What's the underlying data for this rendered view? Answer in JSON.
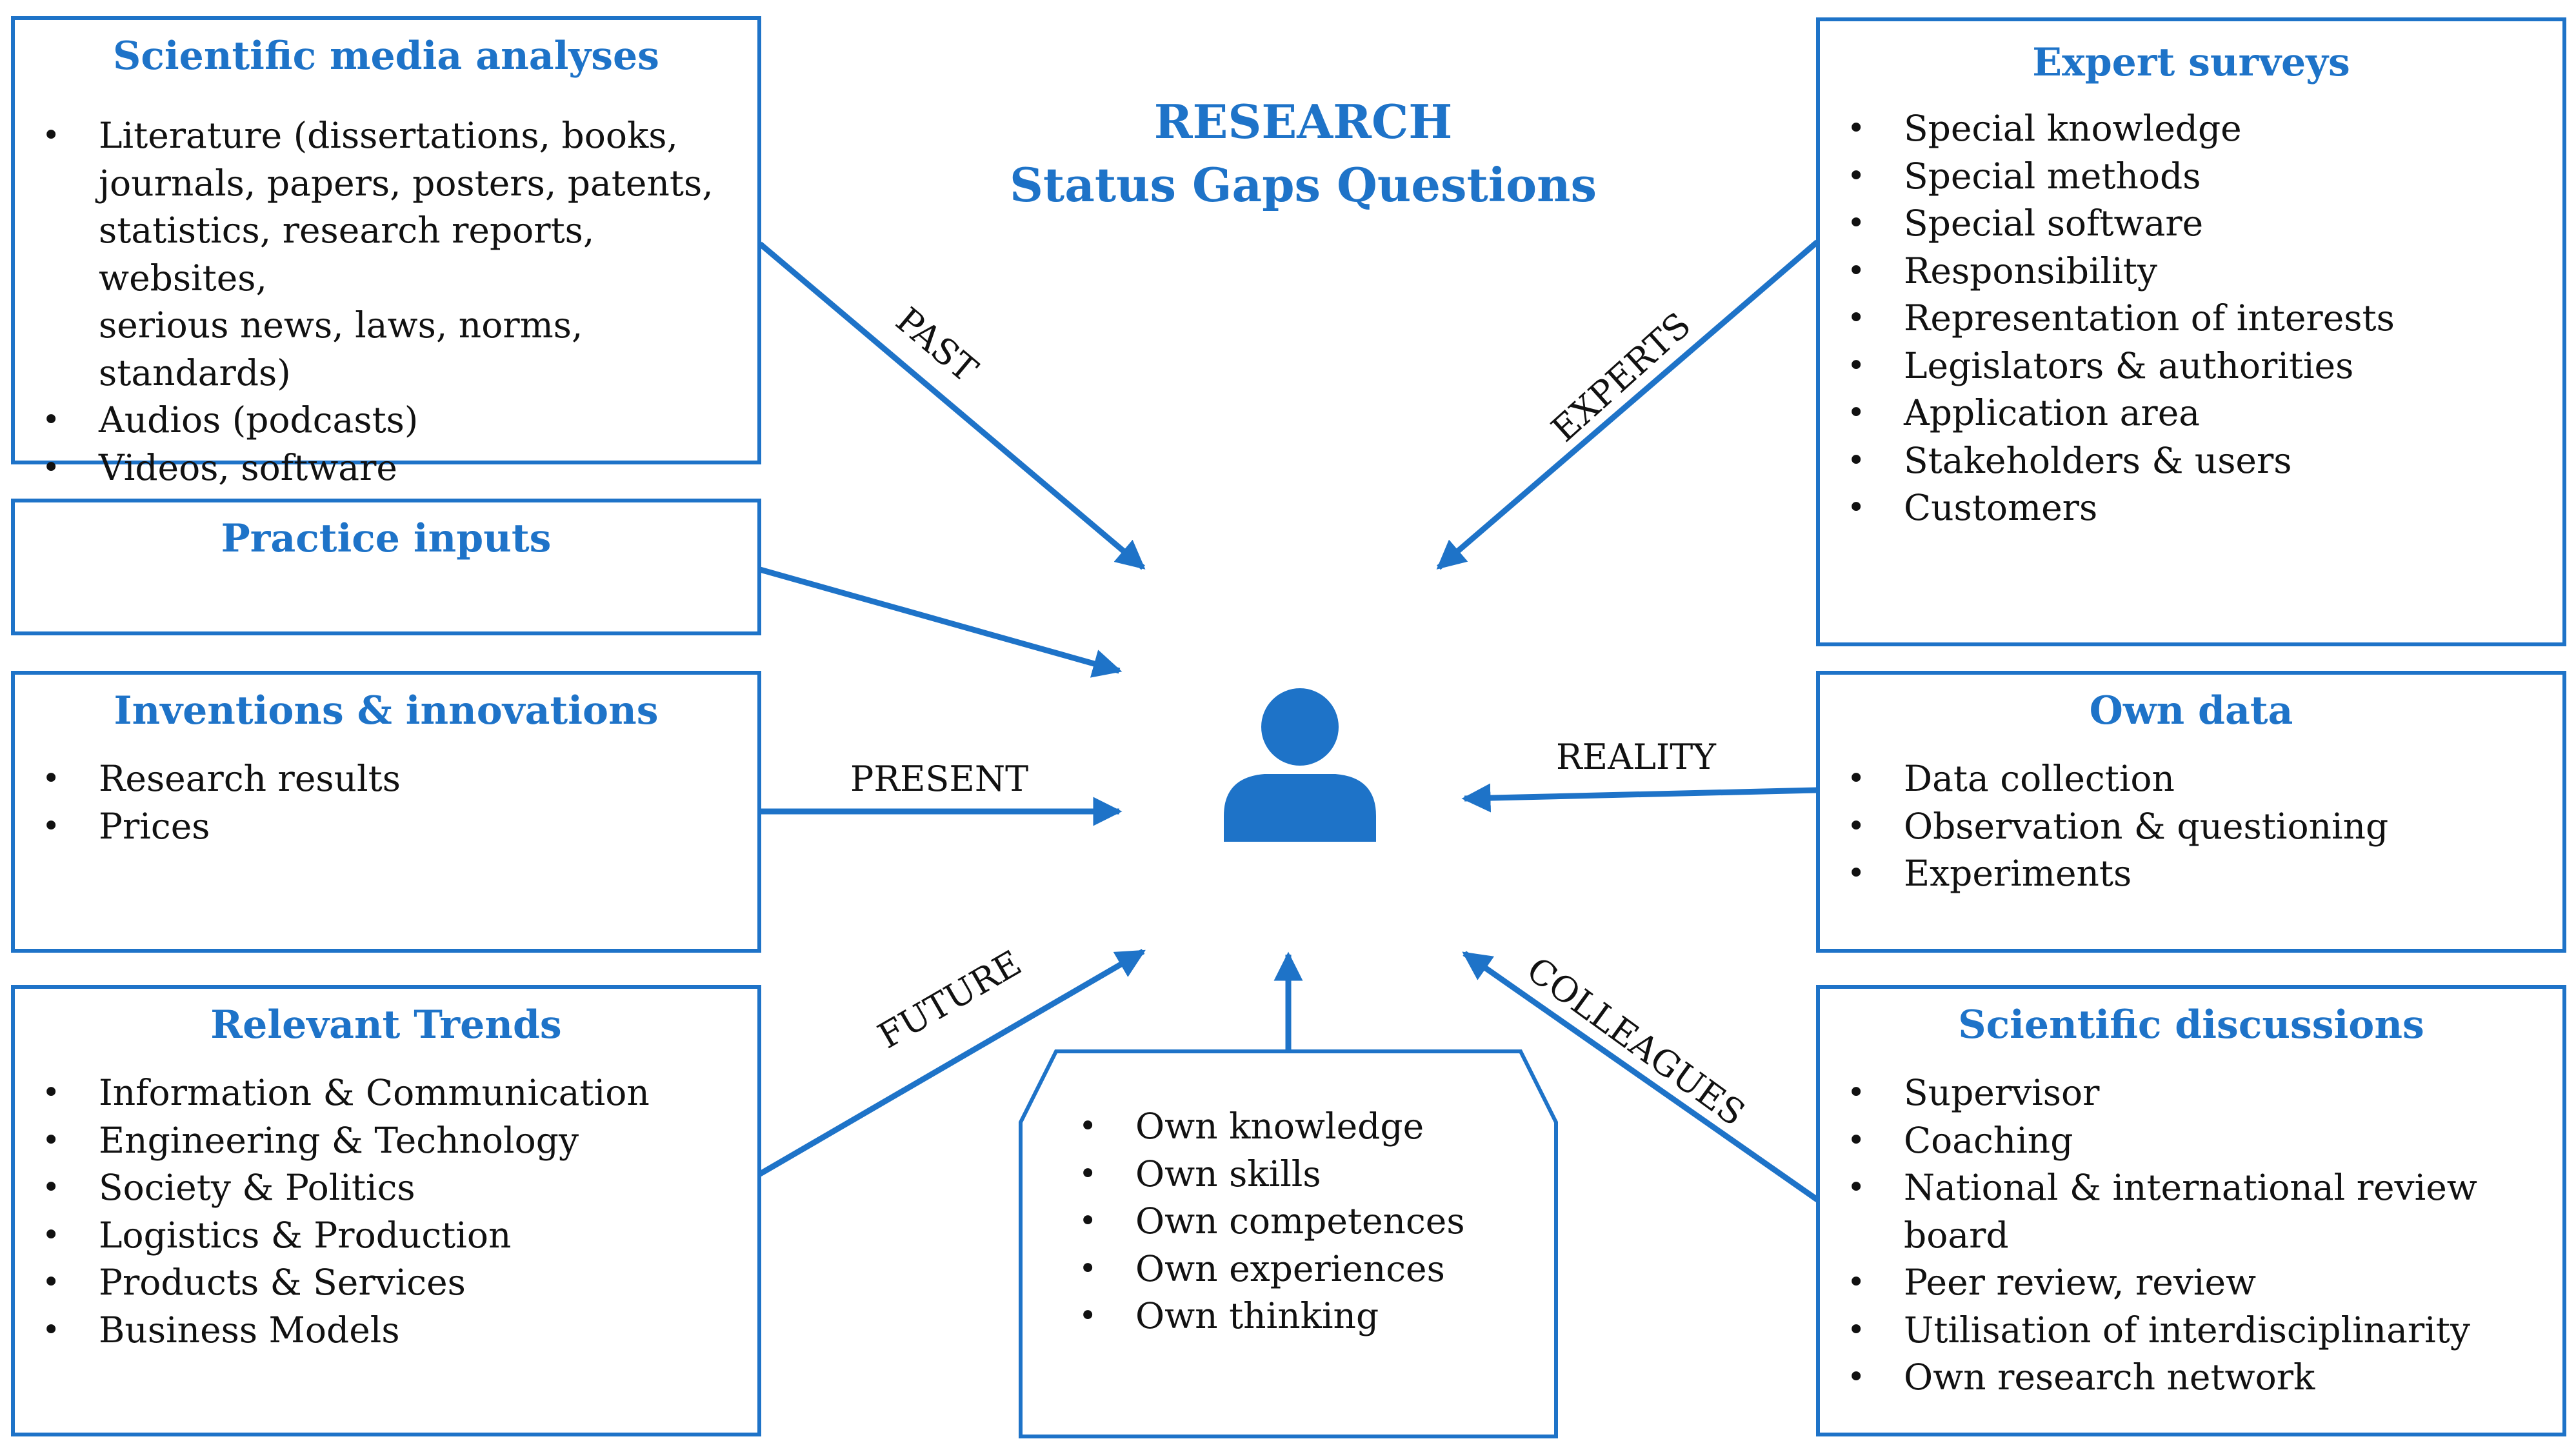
{
  "title": {
    "line1": "RESEARCH",
    "line2": "Status Gaps Questions"
  },
  "arrow_labels": {
    "past": "PAST",
    "present": "PRESENT",
    "future": "FUTURE",
    "experts": "EXPERTS",
    "reality": "REALITY",
    "colleagues": "COLLEAGUES"
  },
  "boxes": {
    "scientific_media": {
      "title": "Scientific media analyses",
      "items": [
        "Literature (dissertations, books,",
        "journals, papers, posters, patents,",
        "statistics, research reports, websites,",
        "serious news, laws, norms,",
        "standards)",
        "Audios (podcasts)",
        "Videos, software"
      ]
    },
    "practice_inputs": {
      "title": "Practice inputs"
    },
    "inventions": {
      "title": "Inventions & innovations",
      "items": [
        "Research results",
        "Prices"
      ]
    },
    "trends": {
      "title": "Relevant Trends",
      "items": [
        "Information & Communication",
        "Engineering & Technology",
        "Society & Politics",
        "Logistics & Production",
        "Products & Services",
        "Business Models"
      ]
    },
    "own": {
      "items": [
        "Own knowledge",
        "Own skills",
        "Own competences",
        "Own experiences",
        "Own thinking"
      ]
    },
    "expert_surveys": {
      "title": "Expert surveys",
      "items": [
        "Special knowledge",
        "Special methods",
        "Special software",
        "Responsibility",
        "Representation of interests",
        "Legislators & authorities",
        "Application area",
        "Stakeholders & users",
        "Customers"
      ]
    },
    "own_data": {
      "title": "Own data",
      "items": [
        "Data collection",
        "Observation & questioning",
        "Experiments"
      ]
    },
    "discussions": {
      "title": "Scientific discussions",
      "items": [
        "Supervisor",
        "Coaching",
        "National & international review",
        "board",
        "Peer review, review",
        "Utilisation of interdisciplinarity",
        "Own research network"
      ]
    }
  },
  "colors": {
    "accent": "#1e73c8"
  },
  "icons": {
    "center": "person-icon"
  }
}
